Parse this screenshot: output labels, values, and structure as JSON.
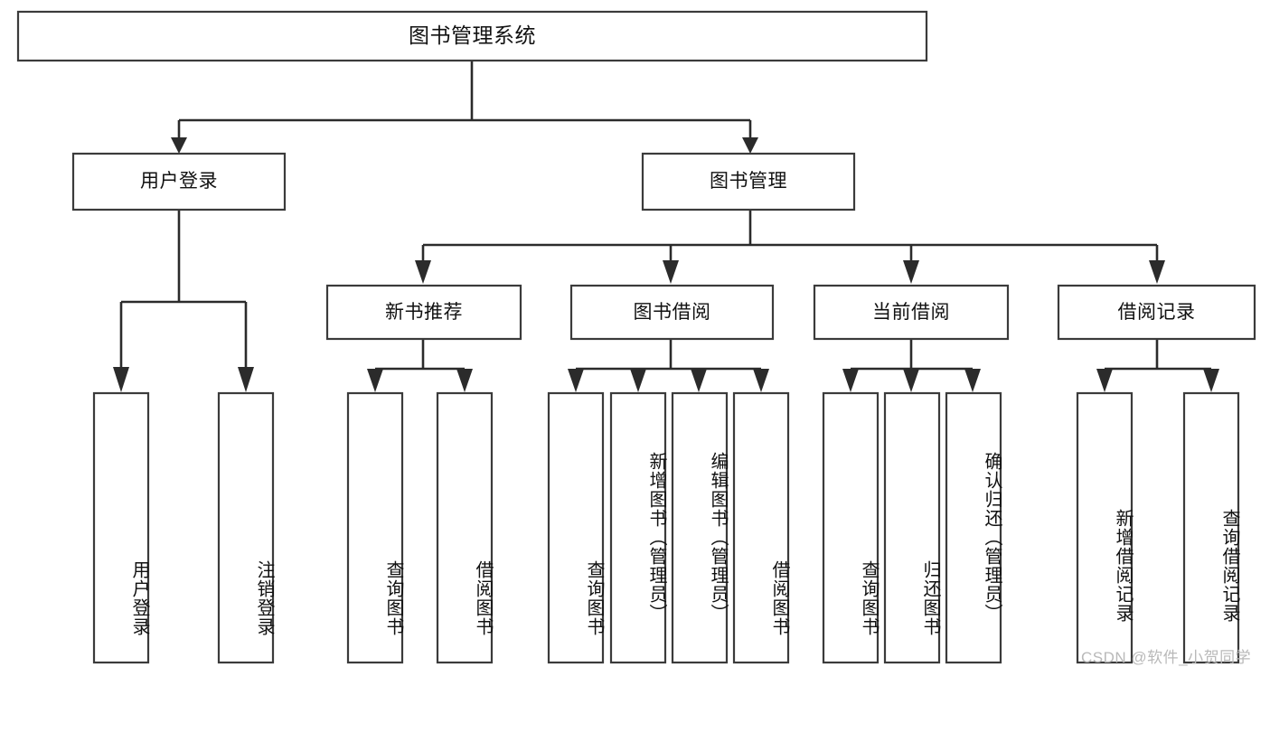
{
  "diagram": {
    "title": "图书管理系统",
    "type": "tree",
    "orientation": "top-down",
    "watermark": "CSDN @软件_小贺同学",
    "colors": {
      "background": "#ffffff",
      "box_stroke": "#3b3b3b",
      "connector": "#2b2b2b",
      "text": "#111111",
      "watermark": "#b9b9b9"
    },
    "nodes": {
      "root": {
        "id": "root",
        "label": "图书管理系统",
        "level": 0,
        "orientation": "horizontal"
      },
      "level1": [
        {
          "id": "user-login",
          "label": "用户登录",
          "orientation": "horizontal"
        },
        {
          "id": "book-management",
          "label": "图书管理",
          "orientation": "horizontal"
        }
      ],
      "level2": [
        {
          "id": "new-book-recommend",
          "label": "新书推荐",
          "parent": "book-management",
          "orientation": "horizontal"
        },
        {
          "id": "book-borrow",
          "label": "图书借阅",
          "parent": "book-management",
          "orientation": "horizontal"
        },
        {
          "id": "current-borrow",
          "label": "当前借阅",
          "parent": "book-management",
          "orientation": "horizontal"
        },
        {
          "id": "borrow-record",
          "label": "借阅记录",
          "parent": "book-management",
          "orientation": "horizontal"
        }
      ],
      "leaves": [
        {
          "id": "leaf-user-login",
          "label": "用户登录",
          "parent": "user-login",
          "orientation": "vertical"
        },
        {
          "id": "leaf-user-logout",
          "label": "注销登录",
          "parent": "user-login",
          "orientation": "vertical"
        },
        {
          "id": "leaf-query-book-1",
          "label": "查询图书",
          "parent": "new-book-recommend",
          "orientation": "vertical"
        },
        {
          "id": "leaf-borrow-book-1",
          "label": "借阅图书",
          "parent": "new-book-recommend",
          "orientation": "vertical"
        },
        {
          "id": "leaf-query-book-2",
          "label": "查询图书",
          "parent": "book-borrow",
          "orientation": "vertical"
        },
        {
          "id": "leaf-add-book",
          "label": "新增图书（管理员）",
          "parent": "book-borrow",
          "orientation": "vertical"
        },
        {
          "id": "leaf-edit-book",
          "label": "编辑图书（管理员）",
          "parent": "book-borrow",
          "orientation": "vertical"
        },
        {
          "id": "leaf-borrow-book-2",
          "label": "借阅图书",
          "parent": "book-borrow",
          "orientation": "vertical"
        },
        {
          "id": "leaf-query-book-3",
          "label": "查询图书",
          "parent": "current-borrow",
          "orientation": "vertical"
        },
        {
          "id": "leaf-return-book",
          "label": "归还图书",
          "parent": "current-borrow",
          "orientation": "vertical"
        },
        {
          "id": "leaf-confirm-return",
          "label": "确认归还（管理员）",
          "parent": "current-borrow",
          "orientation": "vertical"
        },
        {
          "id": "leaf-add-record",
          "label": "新增借阅记录",
          "parent": "borrow-record",
          "orientation": "vertical"
        },
        {
          "id": "leaf-query-record",
          "label": "查询借阅记录",
          "parent": "borrow-record",
          "orientation": "vertical"
        }
      ]
    }
  }
}
